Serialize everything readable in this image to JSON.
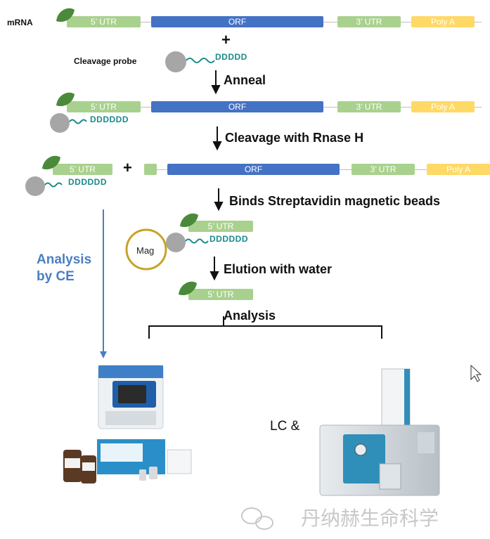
{
  "labels": {
    "mrna": "mRNA",
    "cleavage_probe": "Cleavage probe",
    "utr5": "5’ UTR",
    "orf": "ORF",
    "utr3": "3’ UTR",
    "polya": "Poly A",
    "probe_short": "DDDDD",
    "probe_long": "DDDDDD",
    "plus": "+",
    "mag": "Mag",
    "analysis_ce_line1": "Analysis",
    "analysis_ce_line2": "by CE",
    "lc": "LC &",
    "analysis": "Analysis",
    "watermark": "丹纳赫生命科学"
  },
  "steps": {
    "anneal": "Anneal",
    "cleavage": "Cleavage with Rnase H",
    "binds": "Binds Streptavidin magnetic beads",
    "elution": "Elution with water"
  },
  "colors": {
    "utr": "#a9d18e",
    "orf": "#4472c4",
    "polya": "#ffd966",
    "leaf": "#4a8a3a",
    "probe_ball": "#a6a6a6",
    "wave": "#1a8a8a",
    "mag_ring": "#c9a227",
    "blue_text": "#4a7fc1"
  }
}
